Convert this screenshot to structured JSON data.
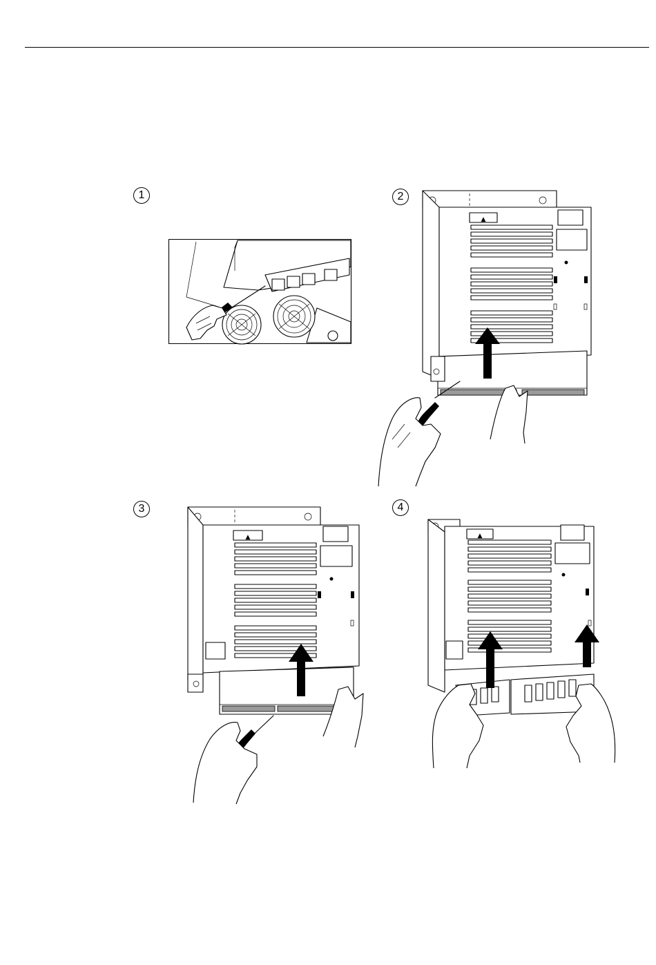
{
  "steps": [
    {
      "number": "1"
    },
    {
      "number": "2"
    },
    {
      "number": "3"
    },
    {
      "number": "4"
    }
  ],
  "colors": {
    "ink": "#000000",
    "paper": "#ffffff"
  },
  "icons": [
    "step-number-badge",
    "lift-arrow-icon",
    "screwdriver-icon",
    "hand-icon"
  ]
}
